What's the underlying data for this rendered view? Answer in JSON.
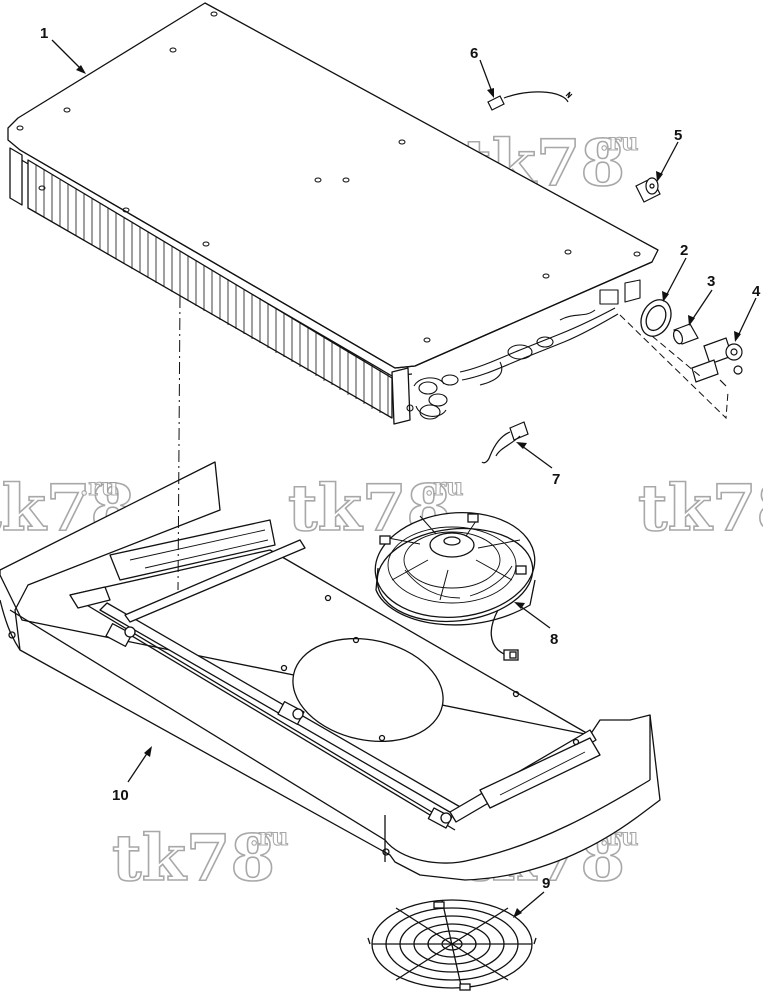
{
  "callouts": [
    {
      "id": "1",
      "label": "1"
    },
    {
      "id": "2",
      "label": "2"
    },
    {
      "id": "3",
      "label": "3"
    },
    {
      "id": "4",
      "label": "4"
    },
    {
      "id": "5",
      "label": "5"
    },
    {
      "id": "6",
      "label": "6"
    },
    {
      "id": "7",
      "label": "7"
    },
    {
      "id": "8",
      "label": "8"
    },
    {
      "id": "9",
      "label": "9"
    },
    {
      "id": "10",
      "label": "10"
    }
  ],
  "watermark": {
    "main": "tk78",
    "suffix": ".ru"
  },
  "colors": {
    "line": "#111111",
    "watermark": "#9a9a9a"
  }
}
